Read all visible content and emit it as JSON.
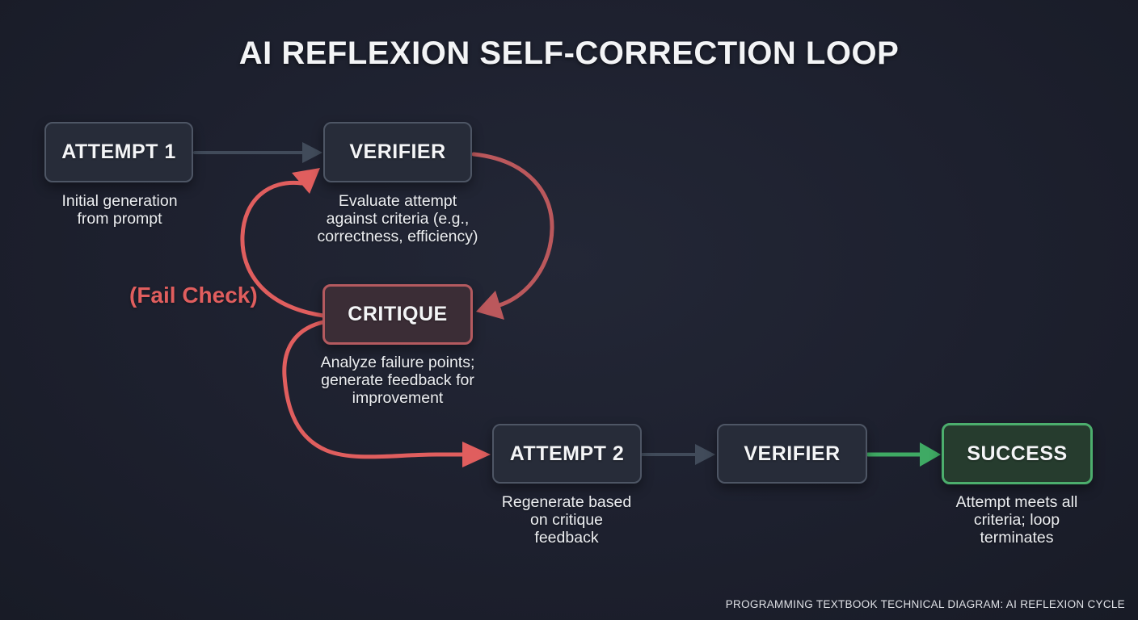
{
  "title": "AI REFLEXION SELF-CORRECTION LOOP",
  "fail_check_label": "(Fail Check)",
  "footer": "PROGRAMMING TEXTBOOK TECHNICAL DIAGRAM: AI REFLEXION CYCLE",
  "nodes": {
    "attempt1": {
      "label": "ATTEMPT 1",
      "caption": "Initial generation\nfrom prompt"
    },
    "verifier1": {
      "label": "VERIFIER",
      "caption": "Evaluate attempt\nagainst criteria (e.g.,\ncorrectness, efficiency)"
    },
    "critique": {
      "label": "CRITIQUE",
      "caption": "Analyze failure points;\ngenerate feedback for\nimprovement"
    },
    "attempt2": {
      "label": "ATTEMPT 2",
      "caption": "Regenerate based\non critique\nfeedback"
    },
    "verifier2": {
      "label": "VERIFIER"
    },
    "success": {
      "label": "SUCCESS",
      "caption": "Attempt meets all\ncriteria; loop\nterminates"
    }
  },
  "edges": [
    {
      "from": "attempt1",
      "to": "verifier1",
      "style": "gray"
    },
    {
      "from": "verifier1",
      "to": "critique",
      "style": "red-muted",
      "meaning": "fail check loop down"
    },
    {
      "from": "critique",
      "to": "verifier1",
      "style": "red-bright",
      "meaning": "fail check loop up"
    },
    {
      "from": "critique",
      "to": "attempt2",
      "style": "red-bright"
    },
    {
      "from": "attempt2",
      "to": "verifier2",
      "style": "gray"
    },
    {
      "from": "verifier2",
      "to": "success",
      "style": "green"
    }
  ],
  "colors": {
    "background": "#1d202e",
    "box_fill": "#272c39",
    "box_border": "#4e5665",
    "critique_fill": "#3b2d36",
    "critique_border": "#b45a5f",
    "success_fill": "#263c2e",
    "success_border": "#4cae6d",
    "red_bright": "#e05e5e",
    "red_muted": "#bb585c",
    "green": "#3faa64",
    "slate_arrow": "#414b5a",
    "text": "#f1f2f4"
  }
}
